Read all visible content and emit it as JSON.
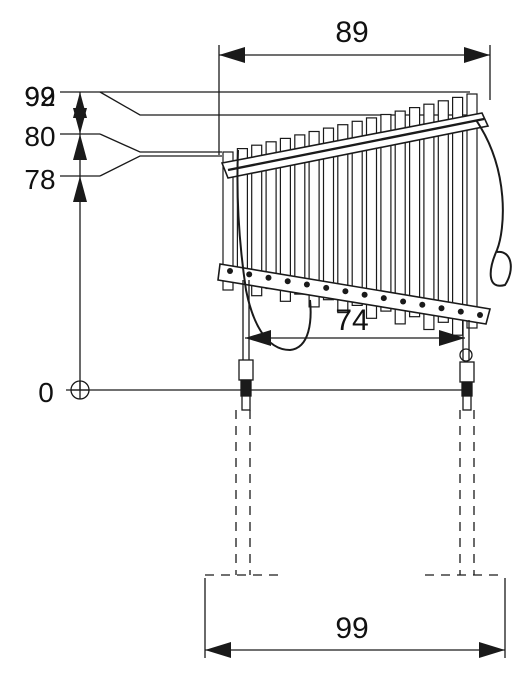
{
  "dimensions": {
    "top_width": "89",
    "height_a": "92",
    "height_b": "99",
    "height_c": "80",
    "height_d": "78",
    "origin": "0",
    "inner_width": "74",
    "bottom_width": "99"
  },
  "colors": {
    "line": "#1a1a1a",
    "background": "#ffffff"
  },
  "icons": {
    "origin_marker": "circle-cross",
    "arrows": "filled-triangle"
  }
}
